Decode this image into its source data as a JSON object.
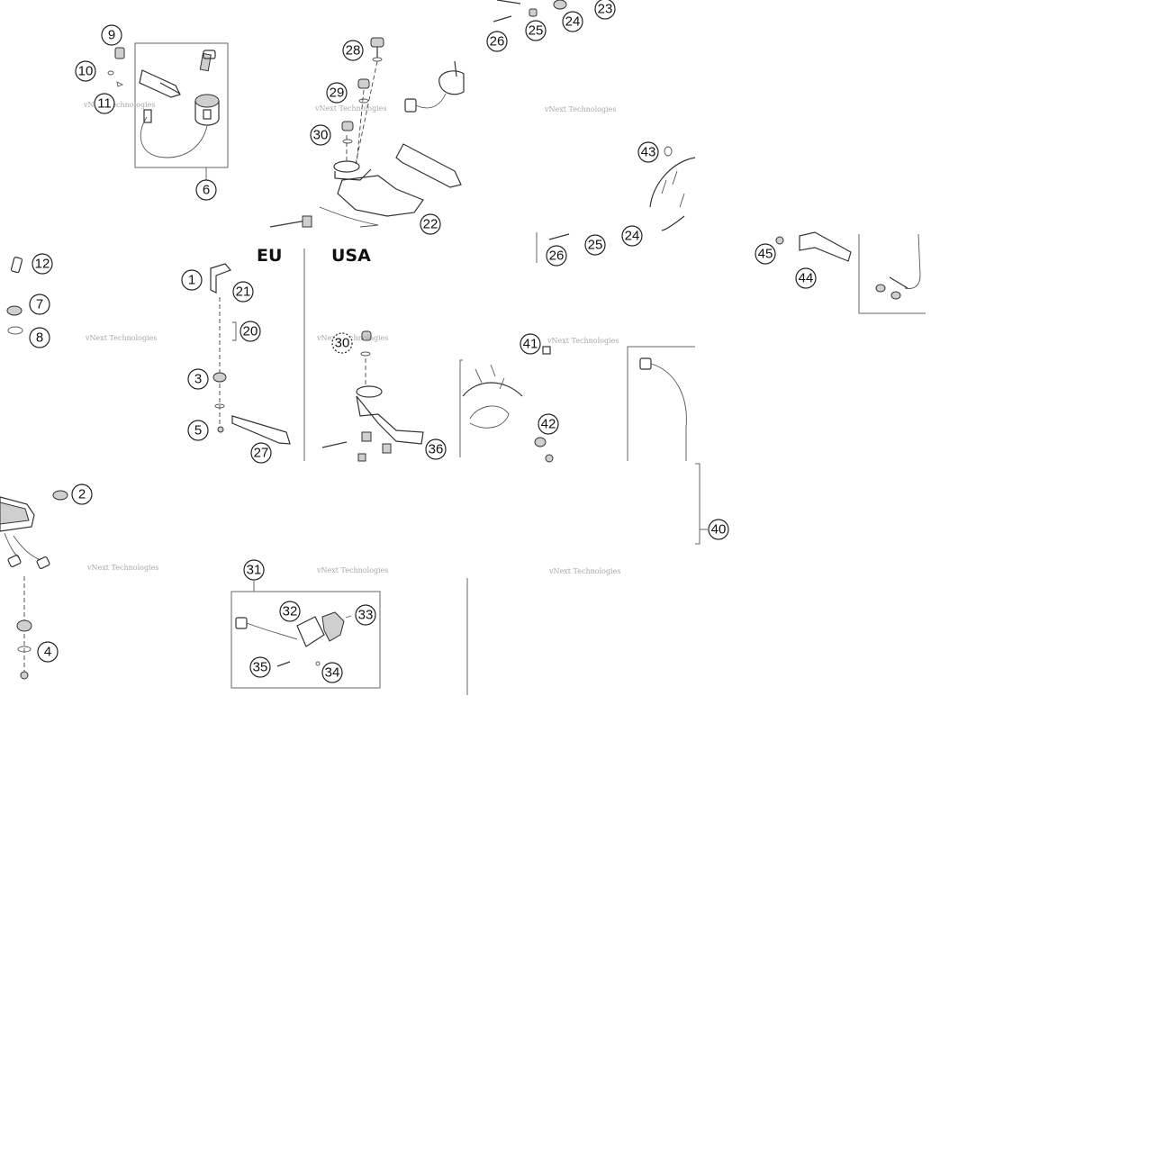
{
  "watermark": {
    "text": "vNext Technologies"
  },
  "regions": {
    "eu": "EU",
    "usa": "USA"
  },
  "callouts": {
    "c1": "1",
    "c2": "2",
    "c3": "3",
    "c4": "4",
    "c5": "5",
    "c6": "6",
    "c7": "7",
    "c8": "8",
    "c9": "9",
    "c10": "10",
    "c11": "11",
    "c12": "12",
    "c20": "20",
    "c21": "21",
    "c22": "22",
    "c23": "23",
    "c24a": "24",
    "c24b": "24",
    "c25a": "25",
    "c25b": "25",
    "c26a": "26",
    "c26b": "26",
    "c27": "27",
    "c28": "28",
    "c29": "29",
    "c30a": "30",
    "c30b": "30",
    "c31": "31",
    "c32": "32",
    "c33": "33",
    "c34": "34",
    "c35": "35",
    "c36": "36",
    "c40": "40",
    "c41": "41",
    "c42": "42",
    "c43": "43",
    "c44": "44",
    "c45": "45"
  }
}
